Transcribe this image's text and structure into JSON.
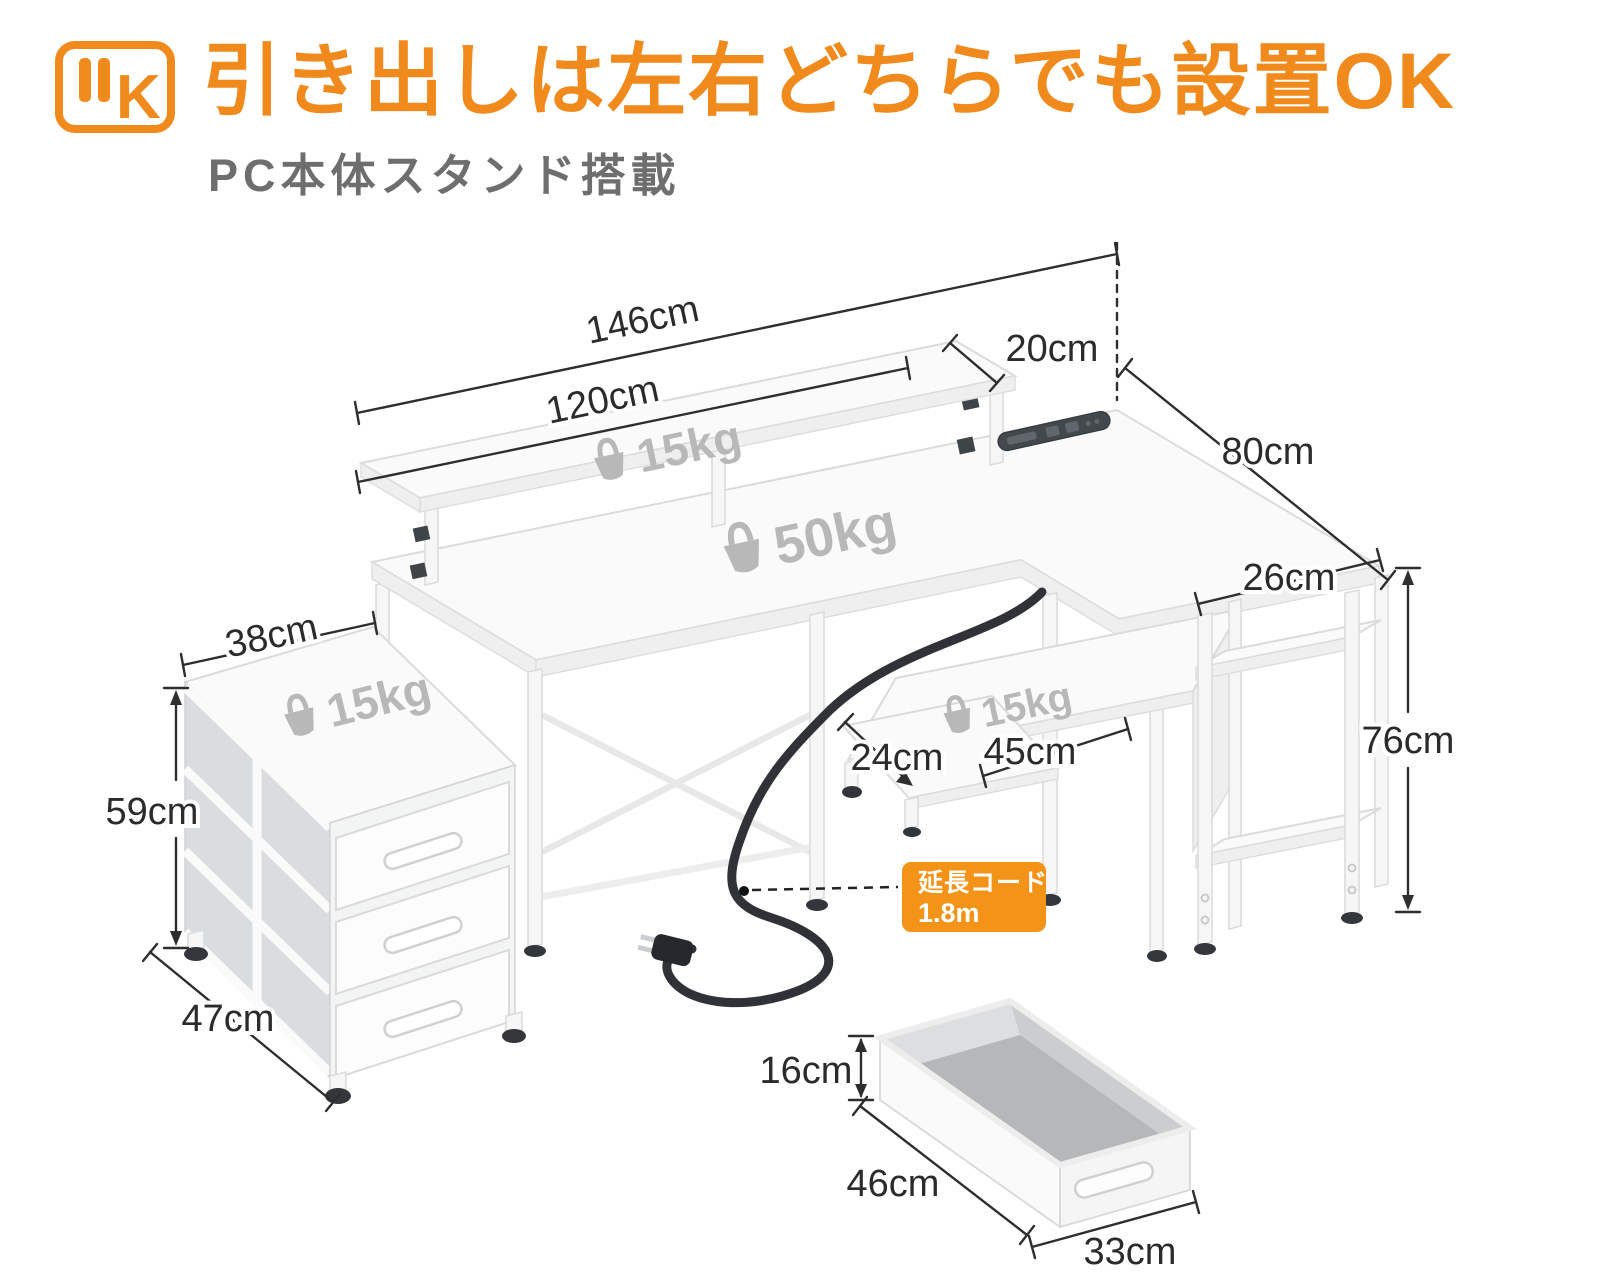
{
  "header": {
    "badge_letter": "K",
    "title": "引き出しは左右どちらでも設置OK",
    "subtitle": "PC本体スタンド搭載"
  },
  "colors": {
    "accent_orange": "#F08A1C",
    "callout_orange": "#F39418",
    "dimension_text": "#2B2B2B",
    "weight_text": "#B8B8B8"
  },
  "desk": {
    "weights": {
      "monitor_shelf": "15kg",
      "desktop": "50kg",
      "drawer_unit": "15kg",
      "storage_shelf": "15kg"
    },
    "dimensions": {
      "desk_width": "146cm",
      "monitor_shelf_width": "120cm",
      "monitor_shelf_depth": "20cm",
      "side_depth": "80cm",
      "tower_shelf_depth": "26cm",
      "desk_height": "76cm",
      "drawer_top_width": "38cm",
      "drawer_height": "59cm",
      "drawer_depth": "47cm",
      "lower_shelf_depth": "24cm",
      "mid_shelf_width": "45cm"
    },
    "callout": {
      "line1": "延長コード",
      "line2": "1.8m"
    }
  },
  "fabric_drawer": {
    "height": "16cm",
    "length": "46cm",
    "width": "33cm"
  }
}
